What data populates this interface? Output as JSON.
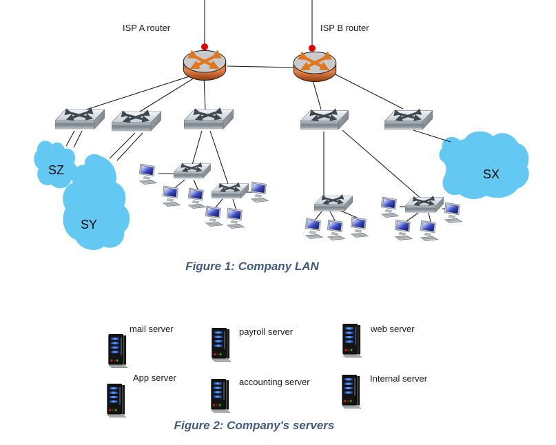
{
  "figure1": {
    "caption": "Figure 1: Company LAN",
    "router_labels": {
      "a": "ISP A router",
      "b": "ISP B router"
    },
    "clouds": {
      "sz": "SZ",
      "sy": "SY",
      "sx": "SX"
    }
  },
  "figure2": {
    "caption": "Figure 2: Company's servers",
    "servers": [
      "mail server",
      "payroll server",
      "web server",
      "App server",
      "accounting server",
      "Internal server"
    ]
  },
  "icon_legend": {
    "router-icon": "gray disc with orange crossed arrows on copper cylinder",
    "switch-icon": "flat gray box with dark crossed double arrows",
    "computer-icon": "workstation monitor with blue screen and keyboard",
    "server-icon": "black tower server with blue slots and status LEDs",
    "cloud-icon": "light blue network cloud blob",
    "link-dot-icon": "red uplink endpoint dot"
  },
  "colors": {
    "cloud_fill": "#64c9f2",
    "caption_text": "#3e5a7e",
    "router_arrows": "#e0761c",
    "uplink_dot": "#e00000",
    "line": "#1a1a1a"
  }
}
